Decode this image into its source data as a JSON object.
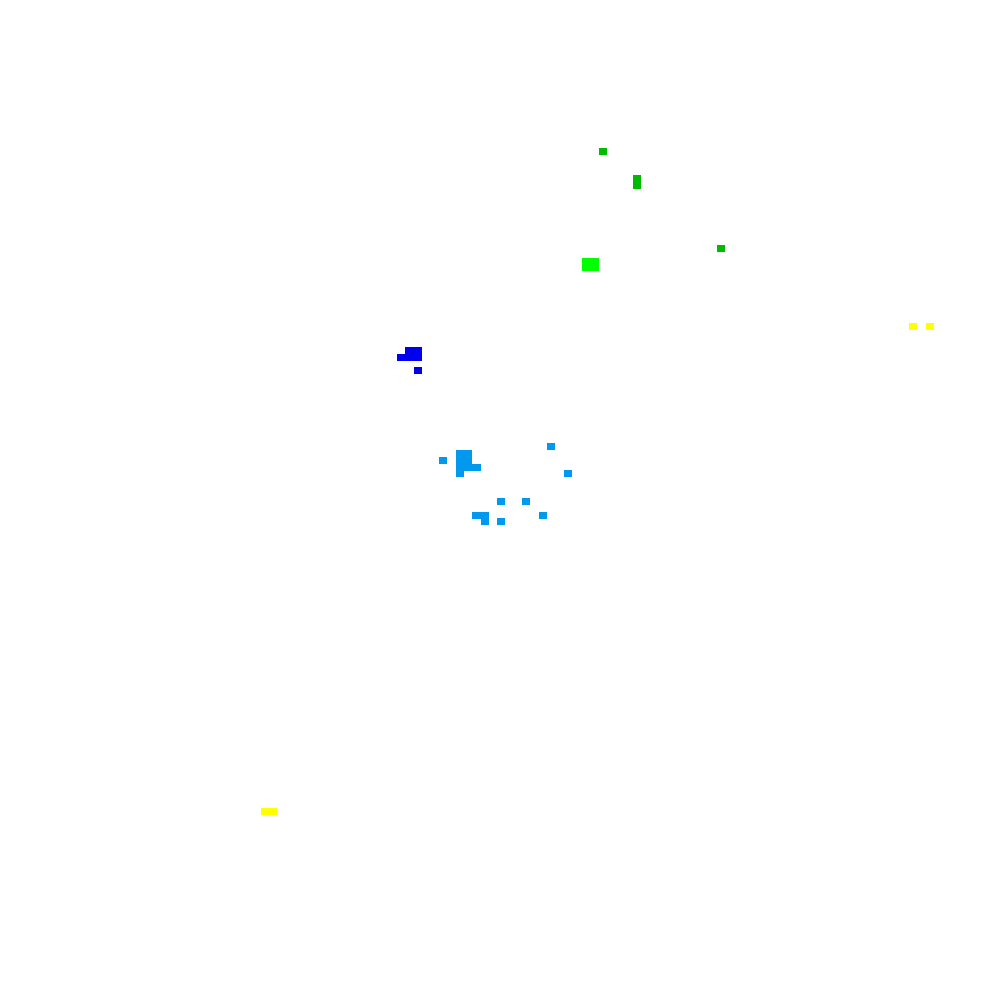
{
  "palette": {
    "background": "#ffffff",
    "dark_green": "#00bb00",
    "bright_green": "#00ff00",
    "yellow": "#ffff00",
    "blue": "#0000ee",
    "sky_blue": "#0099ee"
  },
  "clusters": [
    {
      "name": "green-cluster",
      "color": "dark_green"
    },
    {
      "name": "bright-green-cluster",
      "color": "bright_green"
    },
    {
      "name": "yellow-cluster-right",
      "color": "yellow"
    },
    {
      "name": "blue-cluster",
      "color": "blue"
    },
    {
      "name": "sky-blue-cluster",
      "color": "sky_blue"
    },
    {
      "name": "yellow-cluster-left",
      "color": "yellow"
    }
  ]
}
